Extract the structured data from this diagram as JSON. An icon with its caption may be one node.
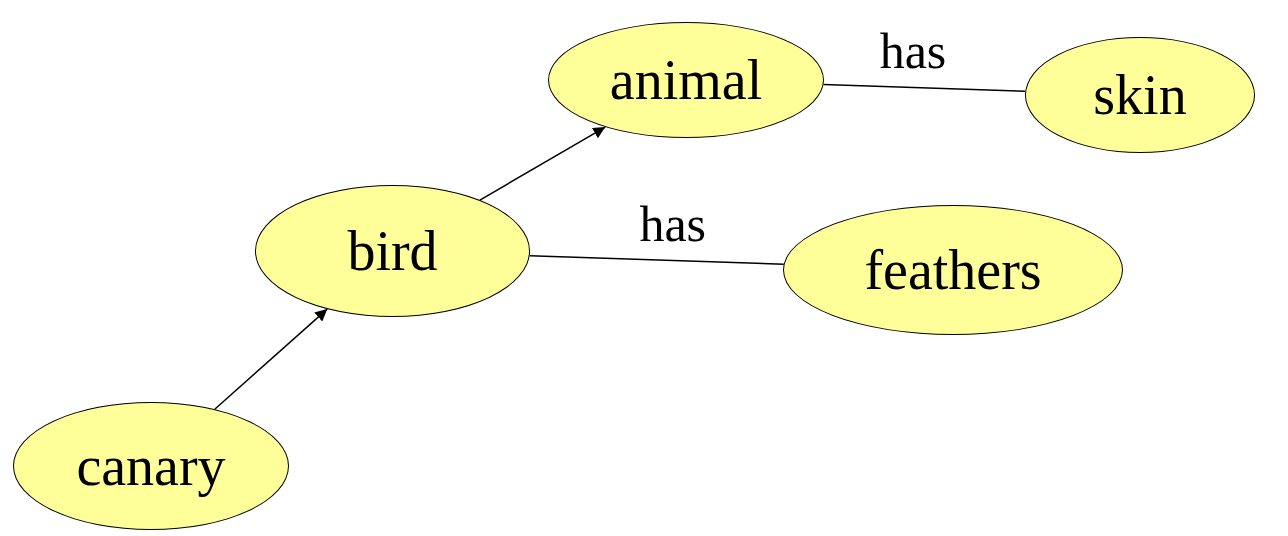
{
  "diagram": {
    "nodes": [
      {
        "text": [
          "animal"
        ]
      },
      {
        "text": [
          "skin"
        ]
      },
      {
        "text": [
          "bird"
        ]
      },
      {
        "text": [
          "feathers"
        ]
      },
      {
        "text": [
          "canary"
        ]
      }
    ],
    "edges": [
      {
        "from": 4,
        "to": 2,
        "arrow": "to"
      },
      {
        "from": 2,
        "to": 0,
        "arrow": "to"
      },
      {
        "from": 0,
        "to": 1,
        "arrow": "none",
        "label": "has"
      },
      {
        "from": 2,
        "to": 3,
        "arrow": "none",
        "label": "has"
      }
    ]
  }
}
